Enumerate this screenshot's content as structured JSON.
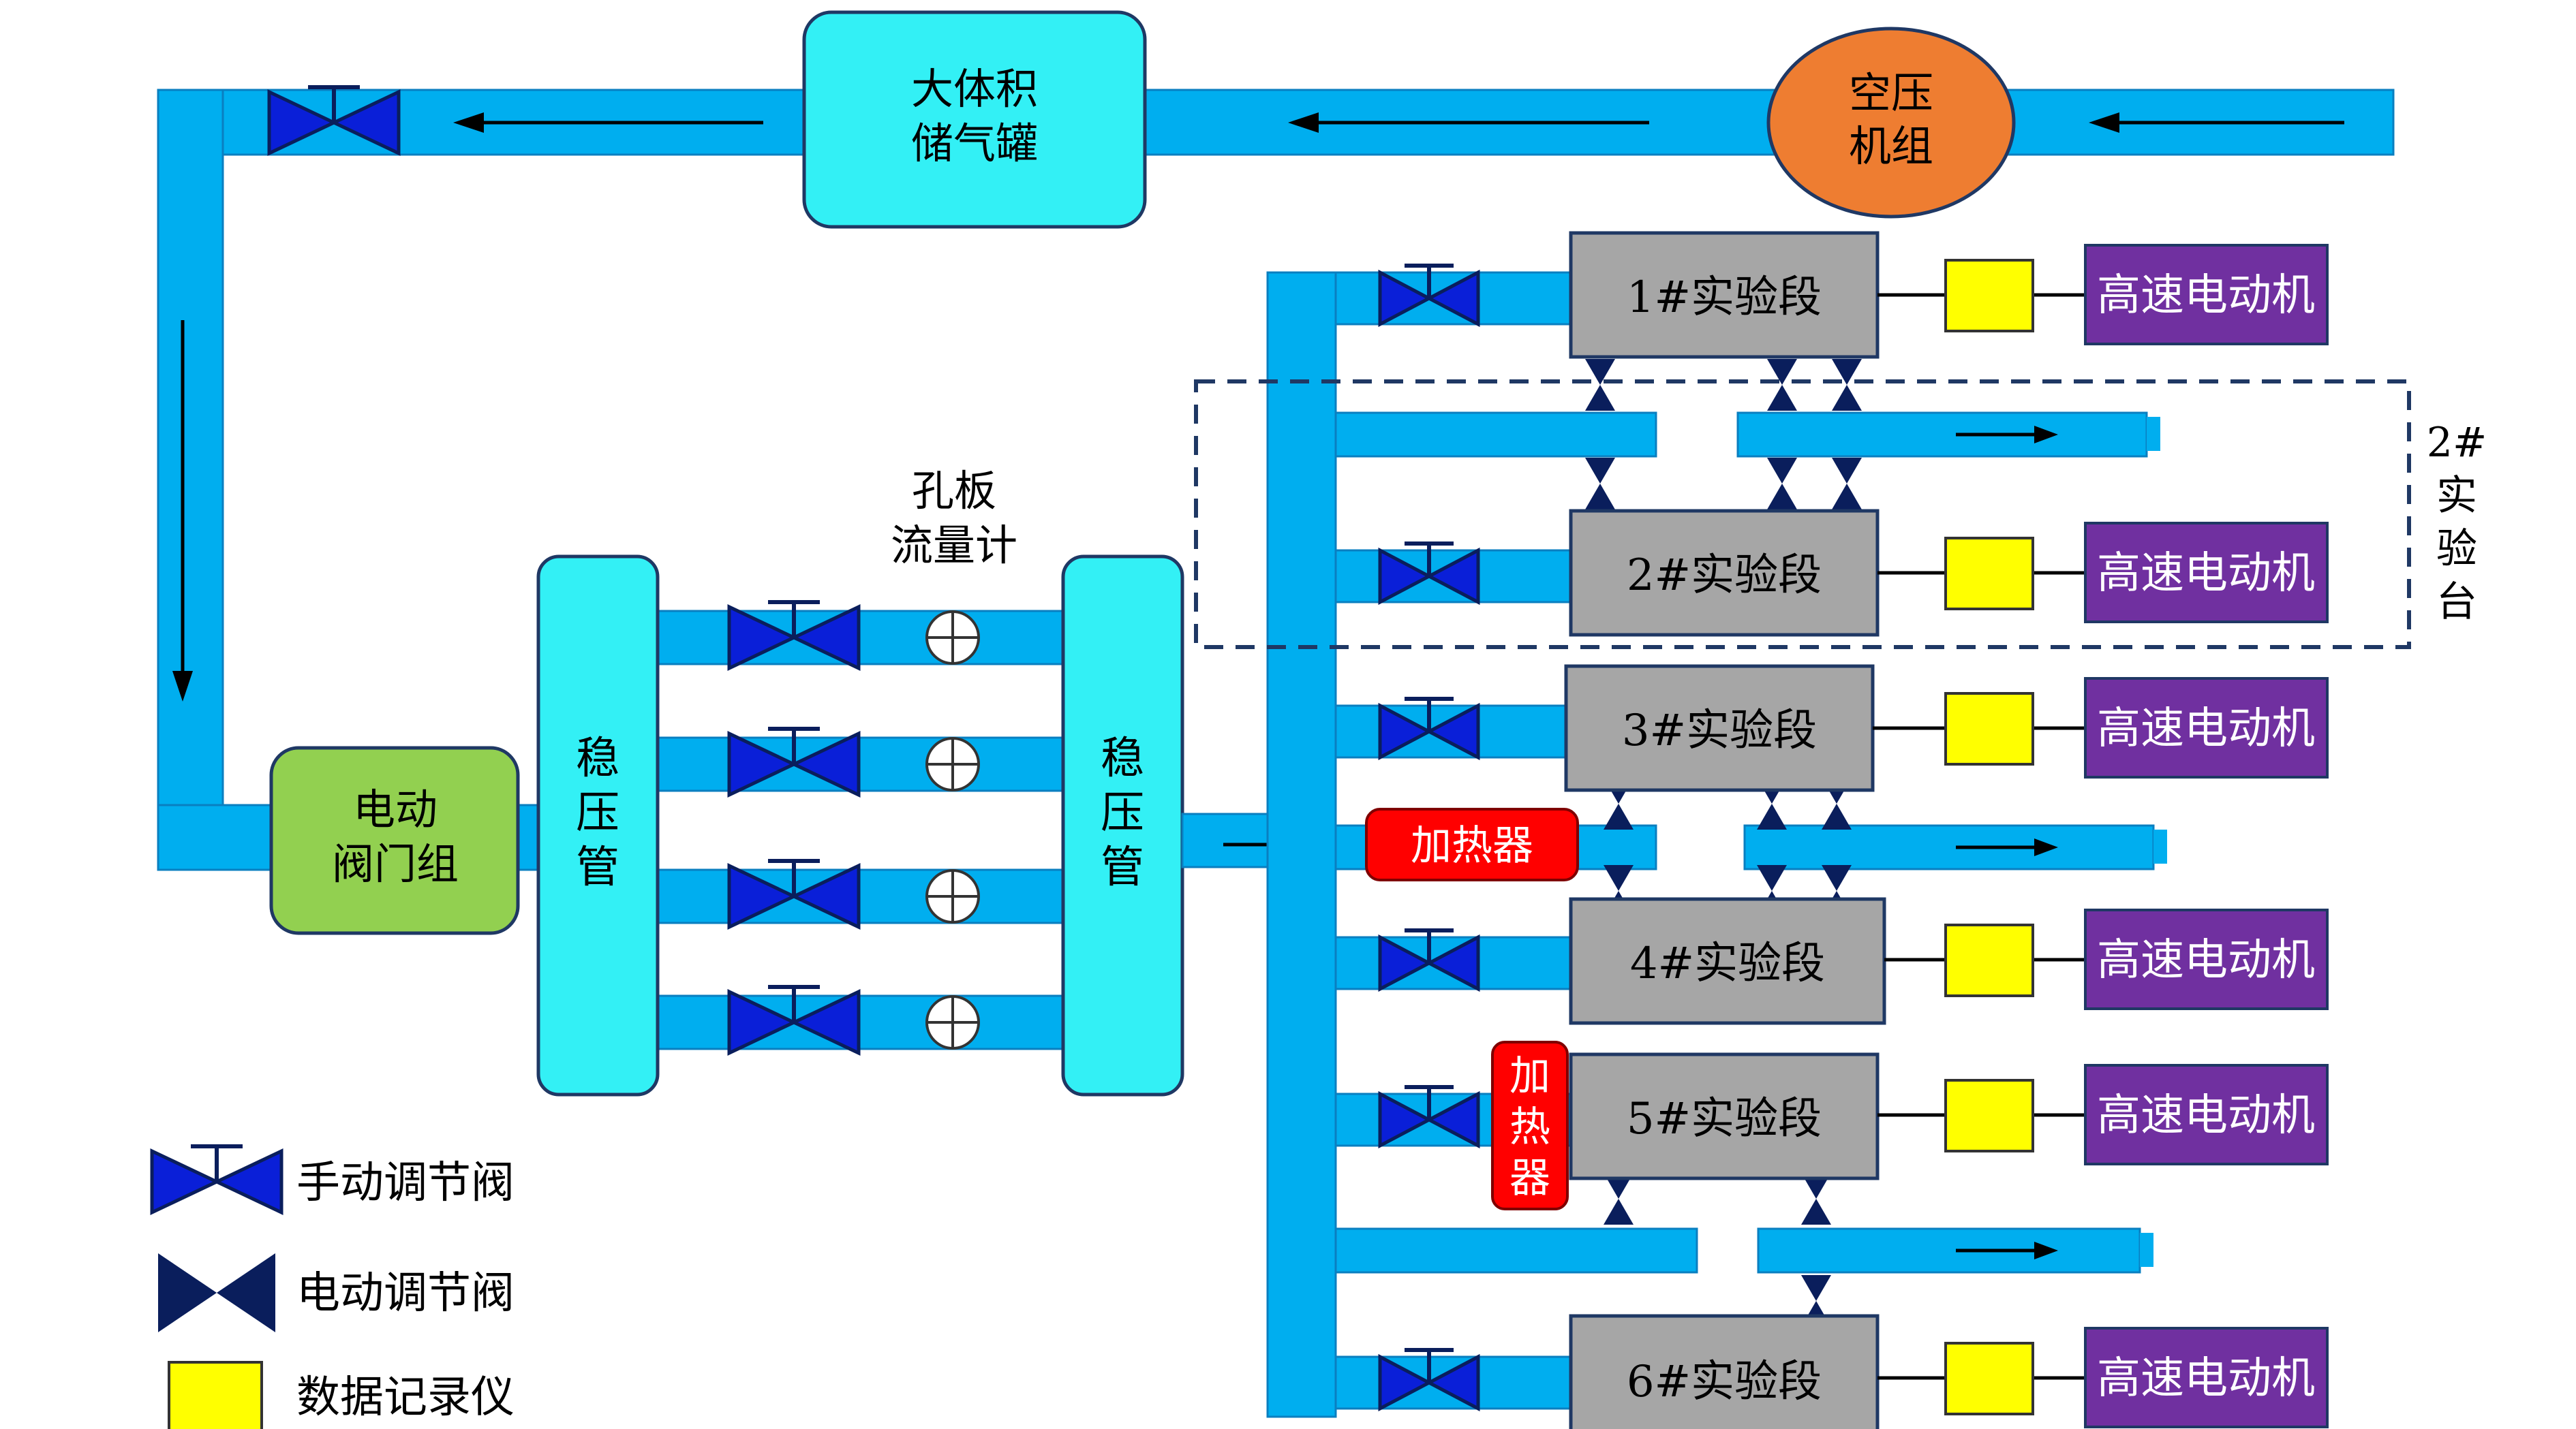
{
  "colors": {
    "pipe": "#00aeef",
    "pipe_edge": "#0a7fc0",
    "tank": "#33f0f5",
    "compressor": "#ee7d31",
    "valve_group": "#92d050",
    "test_section": "#a6a6a6",
    "motor": "#7030a0",
    "recorder": "#ffff00",
    "heater": "#ff0000",
    "manual_valve": "#0a1fd8",
    "electric_valve": "#0a1e5c"
  },
  "nodes": {
    "compressor": {
      "line1": "空压",
      "line2": "机组"
    },
    "storage_tank": {
      "line1": "大体积",
      "line2": "储气罐"
    },
    "valve_group": {
      "line1": "电动",
      "line2": "阀门组"
    },
    "stabilizer_left": {
      "lines": [
        "稳",
        "压",
        "管"
      ]
    },
    "stabilizer_right": {
      "lines": [
        "稳",
        "压",
        "管"
      ]
    },
    "orifice_meter": {
      "line1": "孔板",
      "line2": "流量计"
    },
    "heater_a": {
      "label": "加热器"
    },
    "heater_b": {
      "lines": [
        "加",
        "热",
        "器"
      ]
    }
  },
  "test_sections": [
    {
      "label": "1#实验段",
      "motor": "高速电动机"
    },
    {
      "label": "2#实验段",
      "motor": "高速电动机"
    },
    {
      "label": "3#实验段",
      "motor": "高速电动机"
    },
    {
      "label": "4#实验段",
      "motor": "高速电动机"
    },
    {
      "label": "5#实验段",
      "motor": "高速电动机"
    },
    {
      "label": "6#实验段",
      "motor": "高速电动机"
    }
  ],
  "rig_2": {
    "lines": [
      "2#",
      "实",
      "验",
      "台"
    ]
  },
  "legend": [
    {
      "icon": "manual-valve-icon",
      "label": "手动调节阀"
    },
    {
      "icon": "electric-valve-icon",
      "label": "电动调节阀"
    },
    {
      "icon": "recorder-icon",
      "label": "数据记录仪"
    }
  ]
}
